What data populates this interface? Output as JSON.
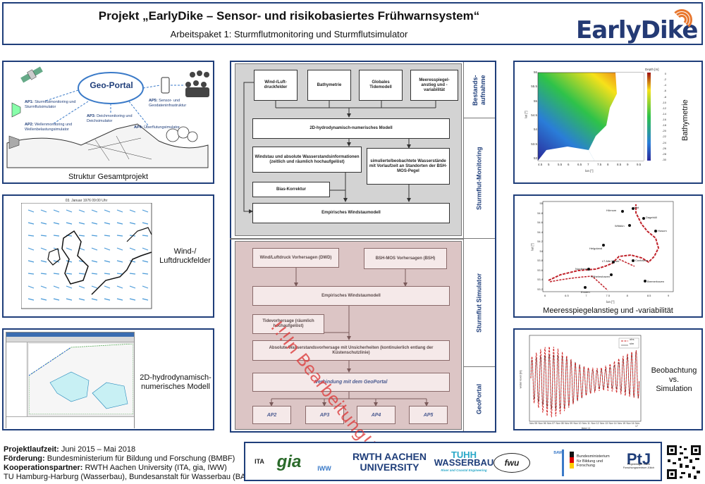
{
  "header": {
    "title": "Projekt „EarlyDike – Sensor- und risikobasiertes Frühwarnsystem“",
    "subtitle": "Arbeitspaket 1: Sturmflutmonitoring und Sturmflutsimulator",
    "logo": "EarlyDike"
  },
  "left": {
    "geoportal": "Geo-Portal",
    "ap1": "AP1:",
    "ap1_text": "Sturmflutmonitoring und Sturmflutsimulator",
    "ap2": "AP2:",
    "ap2_text": "Wellenmonitoring und Wellenbelastungsimulator",
    "ap3": "AP3:",
    "ap3_text": "Deichmonitoring und Deichsimulator",
    "ap4": "AP4:",
    "ap4_text": "Überflutungsimulator",
    "ap5": "AP5:",
    "ap5_text": "Sensor- und Geodateninfrastruktur",
    "cap_struktur": "Struktur Gesamtprojekt",
    "wind_title": "03. Januar 1976 09:00 Uhr",
    "cap_wind_1": "Wind-/",
    "cap_wind_2": "Luftdruckfelder",
    "cap_model_1": "2D-hydrodynamisch-",
    "cap_model_2": "numerisches Modell"
  },
  "flow": {
    "b_wind": "Wind-/Luft-druckfelder",
    "b_bathy": "Bathymetrie",
    "b_tide": "Globales Tidemodell",
    "b_sea": "Meeresspiegel-anstieg und -variabilität",
    "b_2d": "2D-hydrodynamisch-numerisches Modell",
    "b_windstau": "Windstau und absolute Wasserstandsinformationen (zeitlich und räumlich hochaufgelöst)",
    "b_simul": "simulierte/beobachtete Wasserstände mit Vorlaufzeit an Standorten der BSH-MOS-Pegel",
    "b_bias": "Bias-Korrektur",
    "b_emp": "Empirisches Windstaumodell",
    "p_dwd": "Wind/Luftdruck Vorhersagen (DWD)",
    "p_bsh": "BSH-MOS Vorhersagen (BSH)",
    "p_emp": "Empirisches Windstaumodell",
    "p_tide": "Tidevorhersage (räumlich hochaufgelöst)",
    "p_abs": "Absolute Wasserstandsvorhersage mit Unsicherheiten (kontinuierlich entlang der Küstenschutzlinie)",
    "p_geo": "Verbindung mit dem GeoPortal",
    "ap_out": [
      "AP2",
      "AP3",
      "AP4",
      "AP5"
    ],
    "lbl_bestand": "Bestands-aufnahme",
    "lbl_monitor": "Sturmflut-Monitoring",
    "lbl_simul": "Sturmflut Simulator",
    "lbl_geo": "GeoPortal",
    "watermark": "!!!In Bearbeitung!!!"
  },
  "right": {
    "cap_bathy": "Bathymetrie",
    "depth_label": "Depth [m]",
    "depth_ticks": [
      "0",
      "-2",
      "-4",
      "-6",
      "-8",
      "-10",
      "-12",
      "-14",
      "-16",
      "-18",
      "-20",
      "-22",
      "-24",
      "-26",
      "-28",
      "-30"
    ],
    "lat_label": "lat [°]",
    "lon_label": "lon [°]",
    "bathy_y": [
      "56",
      "55.5",
      "55",
      "54.5",
      "54",
      "53.5",
      "53"
    ],
    "bathy_x": [
      "4.5",
      "5",
      "5.5",
      "6",
      "6.5",
      "7",
      "7.5",
      "8",
      "8.5",
      "9",
      "9.5"
    ],
    "cap_sea": "Meeresspiegelanstieg und -variabilität",
    "stations": [
      "Hörnum",
      "List",
      "Dagebüll",
      "Wittdün",
      "Husum",
      "Helgoland",
      "Cuxhaven",
      "LT Alte Weser",
      "Norderney",
      "Wilhelmshaven",
      "Bremerhaven",
      "Emden"
    ],
    "sea_y": [
      "55",
      "54.8",
      "54.6",
      "54.4",
      "54.2",
      "54",
      "53.8",
      "53.6",
      "53.4",
      "53.2"
    ],
    "sea_x": [
      "6",
      "6.5",
      "7",
      "7.5",
      "8",
      "8.5",
      "9"
    ],
    "cap_obs_1": "Beobachtung",
    "cap_obs_2": "vs.",
    "cap_obs_3": "Simulation",
    "obs_legend": [
      "obs",
      "sim"
    ],
    "obs_ylabel": "water level [m]",
    "obs_xlabel": "time [-]",
    "obs_x": [
      "Nov 05",
      "Nov 06",
      "Nov 07",
      "Nov 08",
      "Nov 09",
      "Nov 10",
      "Nov 11",
      "Nov 12",
      "Nov 13",
      "Nov 14",
      "Nov 15",
      "Nov 16",
      "Nov 17"
    ]
  },
  "footer": {
    "l1_k": "Projektlaufzeit:",
    "l1_v": " Juni 2015 – Mai 2018",
    "l2_k": "Förderung:",
    "l2_v": " Bundesministerium für Bildung und Forschung (BMBF)",
    "l3_k": "Kooperationspartner:",
    "l3_v": " RWTH Aachen University (ITA, gia, IWW)",
    "l4": "TU Hamburg-Harburg (Wasserbau), Bundesanstalt für Wasserbau (BAW)",
    "sp_ita": "ITA",
    "sp_gia": "gia",
    "sp_iww": "IWW",
    "sp_rwth_1": "RWTH AACHEN",
    "sp_rwth_2": "UNIVERSITY",
    "sp_tuhh_1": "TUHH",
    "sp_tuhh_2": "WASSERBAU",
    "sp_tuhh_3": "River and Coastal Engineering",
    "sp_fwu": "fwu",
    "sp_baw": "BAW",
    "sp_bmbf": "Bundesministerium für Bildung und Forschung",
    "sp_ptj": "PtJ",
    "sp_ptj_sub": "Projektträger Jülich Forschungszentrum Jülich"
  },
  "colors": {
    "border": "#1f3e7a",
    "accent": "#e8772e",
    "flow_top_bg": "#d3d3d3",
    "flow_bot_bg": "#dcc5c5",
    "watermark": "#dc3c3c"
  }
}
